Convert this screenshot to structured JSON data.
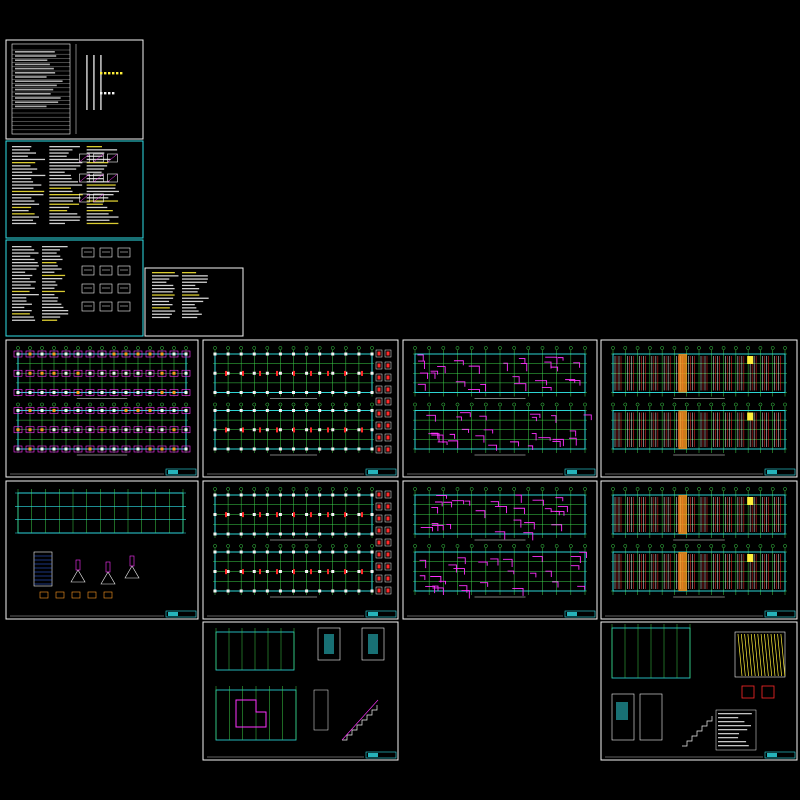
{
  "app": {
    "view": "model-space",
    "background": "#000000"
  },
  "colors": {
    "grid": "#3cd24a",
    "wall": "#2fe0e8",
    "magenta": "#ff32ff",
    "red": "#ff2a2a",
    "yellow": "#ffef3a",
    "orange": "#ff9a22",
    "white": "#f4f4f4",
    "blue": "#3a6dff"
  },
  "sheets": [
    {
      "id": "cover",
      "kind": "cover"
    },
    {
      "id": "notes-1",
      "kind": "notes",
      "frame": "cyan"
    },
    {
      "id": "notes-2",
      "kind": "notes",
      "frame": "cyan"
    },
    {
      "id": "notes-3",
      "kind": "notes-small"
    },
    {
      "id": "foundation-plan",
      "kind": "plan-foundation"
    },
    {
      "id": "column-plan",
      "kind": "plan-columns"
    },
    {
      "id": "beam-plan-1",
      "kind": "plan-beams"
    },
    {
      "id": "slab-plan-1",
      "kind": "plan-slab"
    },
    {
      "id": "foundation-details",
      "kind": "plan-details"
    },
    {
      "id": "column-plan-2",
      "kind": "plan-columns"
    },
    {
      "id": "beam-plan-2",
      "kind": "plan-beams"
    },
    {
      "id": "slab-plan-2",
      "kind": "plan-slab"
    },
    {
      "id": "roof-stair",
      "kind": "stair"
    },
    {
      "id": "stair-details",
      "kind": "stair-details"
    }
  ]
}
